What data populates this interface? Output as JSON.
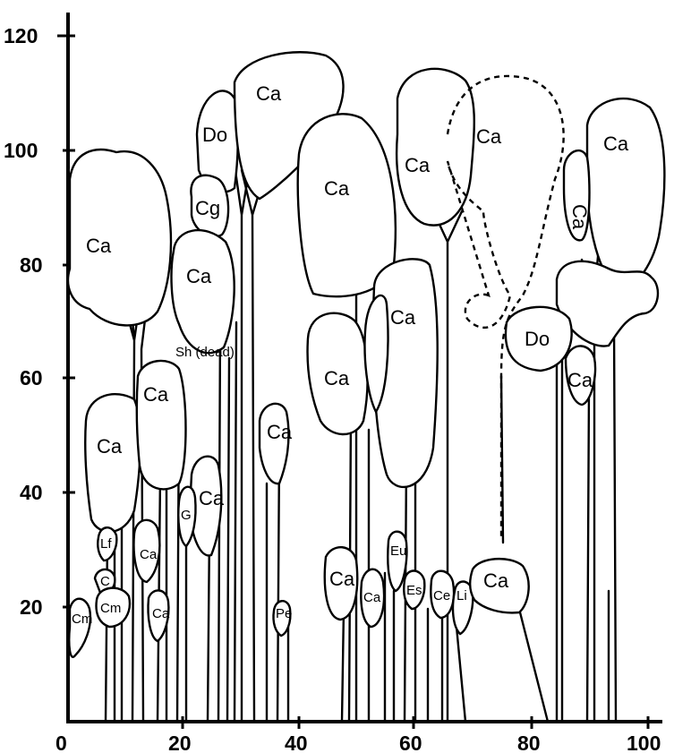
{
  "axes": {
    "y_ticks": [
      "20",
      "40",
      "60",
      "80",
      "100",
      "120"
    ],
    "x_ticks": [
      "0",
      "20",
      "40",
      "60",
      "80",
      "100"
    ]
  },
  "labels": {
    "ca": "Ca",
    "do": "Do",
    "cg": "Cg",
    "g": "G",
    "eu": "Eu",
    "es": "Es",
    "ce": "Ce",
    "cm": "Cm",
    "lf": "Lf",
    "c": "C",
    "pe": "Pe",
    "li": "Li",
    "sh_dead": "Sh (dead)"
  },
  "species_legend": [
    "Ca",
    "Do",
    "Cg",
    "G",
    "Eu",
    "Es",
    "Ce",
    "Cm",
    "Lf",
    "C",
    "Pe",
    "Li"
  ]
}
